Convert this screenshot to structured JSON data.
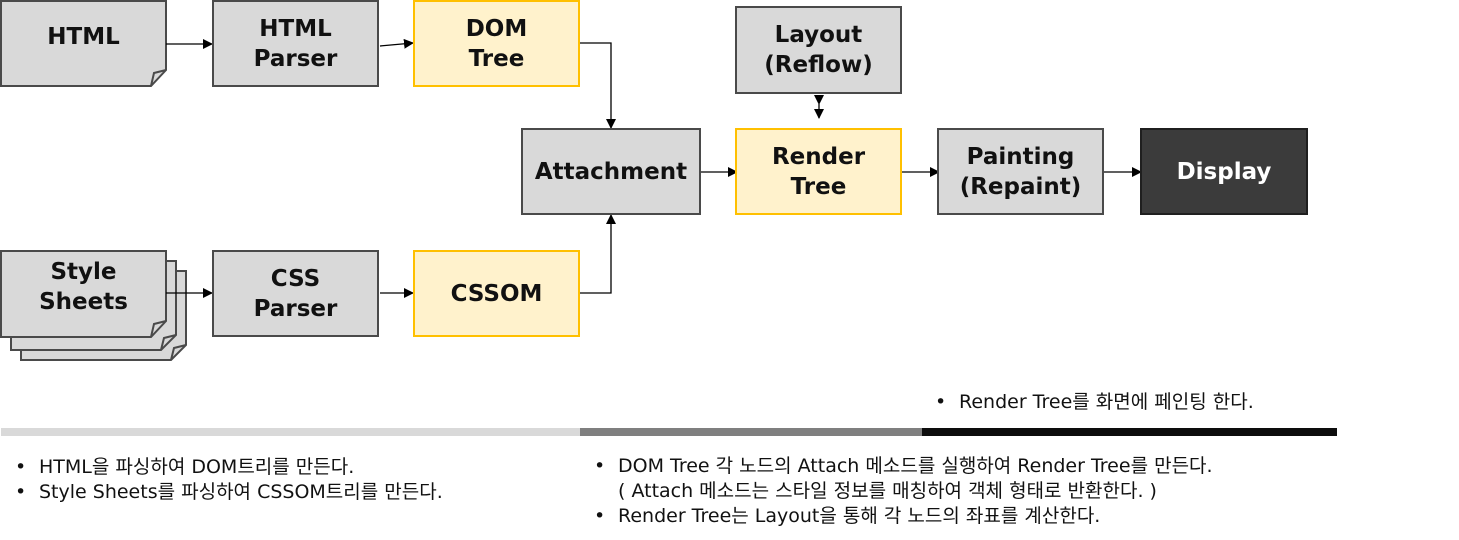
{
  "nodes": {
    "html": "HTML",
    "html_parser": "HTML\nParser",
    "dom_tree": "DOM\nTree",
    "layout": "Layout\n(Reflow)",
    "attachment": "Attachment",
    "render_tree": "Render\nTree",
    "painting": "Painting\n(Repaint)",
    "display": "Display",
    "style_sheets": "Style\nSheets",
    "css_parser": "CSS\nParser",
    "cssom": "CSSOM"
  },
  "colors": {
    "gray_fill": "#d9d9d9",
    "yellow_fill": "#fff2cc",
    "yellow_border": "#ffc000",
    "dark_fill": "#3b3b3b",
    "bar_light": "#d9d9d9",
    "bar_mid": "#7f7f7f",
    "bar_dark": "#0d0d0d"
  },
  "notes": {
    "painting": [
      "Render Tree를 화면에 페인팅 한다."
    ],
    "parsing": [
      "HTML을 파싱하여 DOM트리를 만든다.",
      "Style Sheets를 파싱하여 CSSOM트리를 만든다."
    ],
    "attachment": [
      "DOM Tree 각 노드의 Attach 메소드를 실행하여 Render Tree를 만든다.",
      "( Attach 메소드는 스타일 정보를 매칭하여 객체 형태로 반환한다. )",
      "Render Tree는 Layout을 통해 각 노드의 좌표를 계산한다."
    ]
  }
}
